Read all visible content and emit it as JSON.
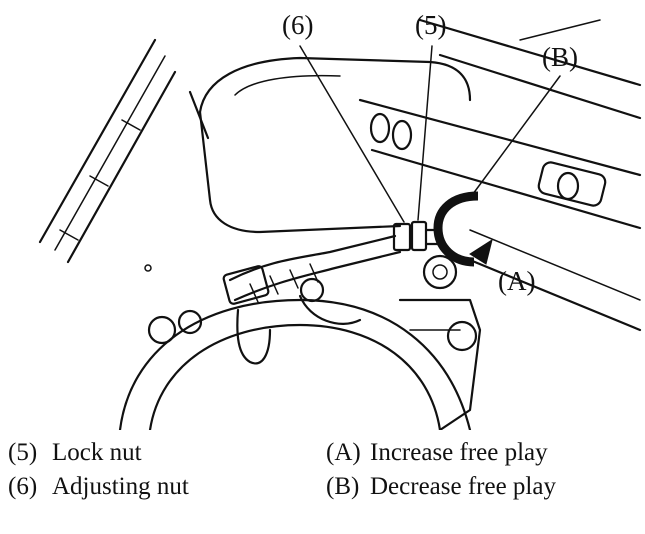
{
  "callouts": {
    "c6": "(6)",
    "c5": "(5)",
    "cB": "(B)",
    "cA": "(A)"
  },
  "legend": [
    {
      "code": "(5)",
      "text": "Lock nut"
    },
    {
      "code": "(6)",
      "text": "Adjusting nut"
    },
    {
      "code": "(A)",
      "text": "Increase free play"
    },
    {
      "code": "(B)",
      "text": "Decrease free play"
    }
  ]
}
